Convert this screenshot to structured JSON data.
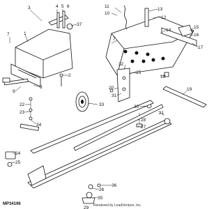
{
  "diagram": {
    "figure_id": "MP34196",
    "credit": "Rendered by LeadVenture, Inc.",
    "callouts": [
      "1",
      "2",
      "3",
      "4",
      "5",
      "6",
      "7",
      "8",
      "9",
      "10",
      "11",
      "12",
      "13",
      "14",
      "15",
      "16",
      "17",
      "18",
      "19",
      "20",
      "21",
      "22",
      "23",
      "24",
      "25",
      "26",
      "27",
      "28",
      "29",
      "30",
      "31",
      "32",
      "33",
      "34",
      "35",
      "36",
      "37"
    ]
  }
}
